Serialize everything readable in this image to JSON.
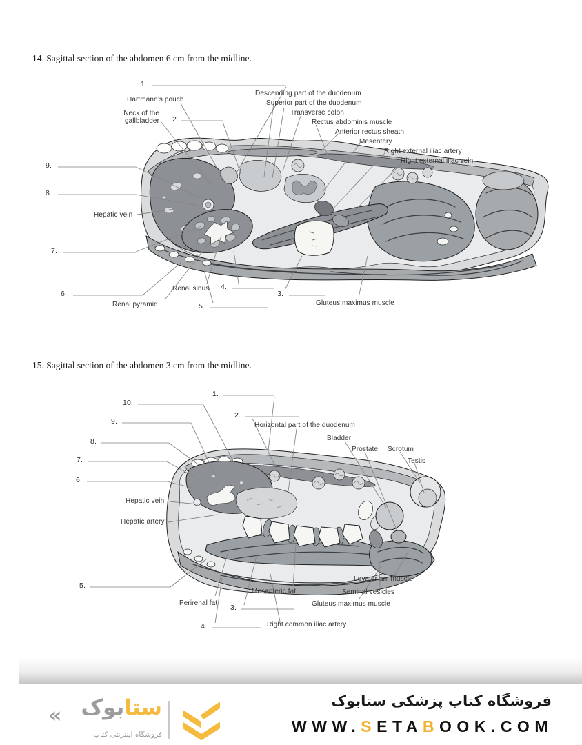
{
  "f14": {
    "title": "14. Sagittal section of the abdomen 6 cm from the midline.",
    "n1": "1.",
    "n2": "2.",
    "n3": "3.",
    "n4": "4.",
    "n5": "5.",
    "n6": "6.",
    "n7": "7.",
    "n8": "8.",
    "n9": "9.",
    "hartmanns_pouch": "Hartmann’s pouch",
    "neck_gallbladder": "Neck of the gallbladder",
    "descending_duodenum": "Descending part of the duodenum",
    "superior_duodenum": "Superior part of the duodenum",
    "transverse_colon": "Transverse colon",
    "rectus_abdominis": "Rectus abdominis muscle",
    "anterior_rectus_sheath": "Anterior rectus sheath",
    "mesentery": "Mesentery",
    "r_ext_iliac_artery": "Right external iliac artery",
    "r_ext_iliac_vein": "Right external iliac vein",
    "hepatic_vein": "Hepatic vein",
    "renal_sinus": "Renal sinus",
    "renal_pyramid": "Renal pyramid",
    "gluteus_maximus": "Gluteus maximus muscle"
  },
  "f15": {
    "title": "15. Sagittal section of the abdomen 3 cm from the midline.",
    "n1": "1.",
    "n2": "2.",
    "n3": "3.",
    "n4": "4.",
    "n5": "5.",
    "n6": "6.",
    "n7": "7.",
    "n8": "8.",
    "n9": "9.",
    "n10": "10.",
    "horizontal_duodenum": "Horizontal part of the duodenum",
    "bladder": "Bladder",
    "prostate": "Prostate",
    "scrotum": "Scrotum",
    "testis": "Testis",
    "hepatic_vein": "Hepatic vein",
    "hepatic_artery": "Hepatic artery",
    "levator_ani": "Levator ani muscle",
    "perirenal_fat": "Perirenal fat",
    "mesenteric_fat": "Mesenteric fat",
    "seminal_vesicles": "Seminal vesicles",
    "gluteus_maximus": "Gluteus maximus muscle",
    "r_common_iliac_artery": "Right common iliac artery"
  },
  "footer": {
    "guillemet": "«",
    "brand_fa_yellow": "ستا",
    "brand_fa_gray": "بوک",
    "tagline_fa": "فروشگاه اینترنتی کتاب",
    "store_fa": "فروشگاه کتاب پزشکی ستابوک",
    "url_p1": "WWW.",
    "url_p2": "S",
    "url_p3": "ETA",
    "url_p4": "B",
    "url_p5": "OOK.COM"
  },
  "colors": {
    "brand_yellow": "#F4BB3E",
    "logo_gray": "#9C9C9C",
    "organ_gray": "#8D9195",
    "body_outline": "#1F1F1F"
  }
}
